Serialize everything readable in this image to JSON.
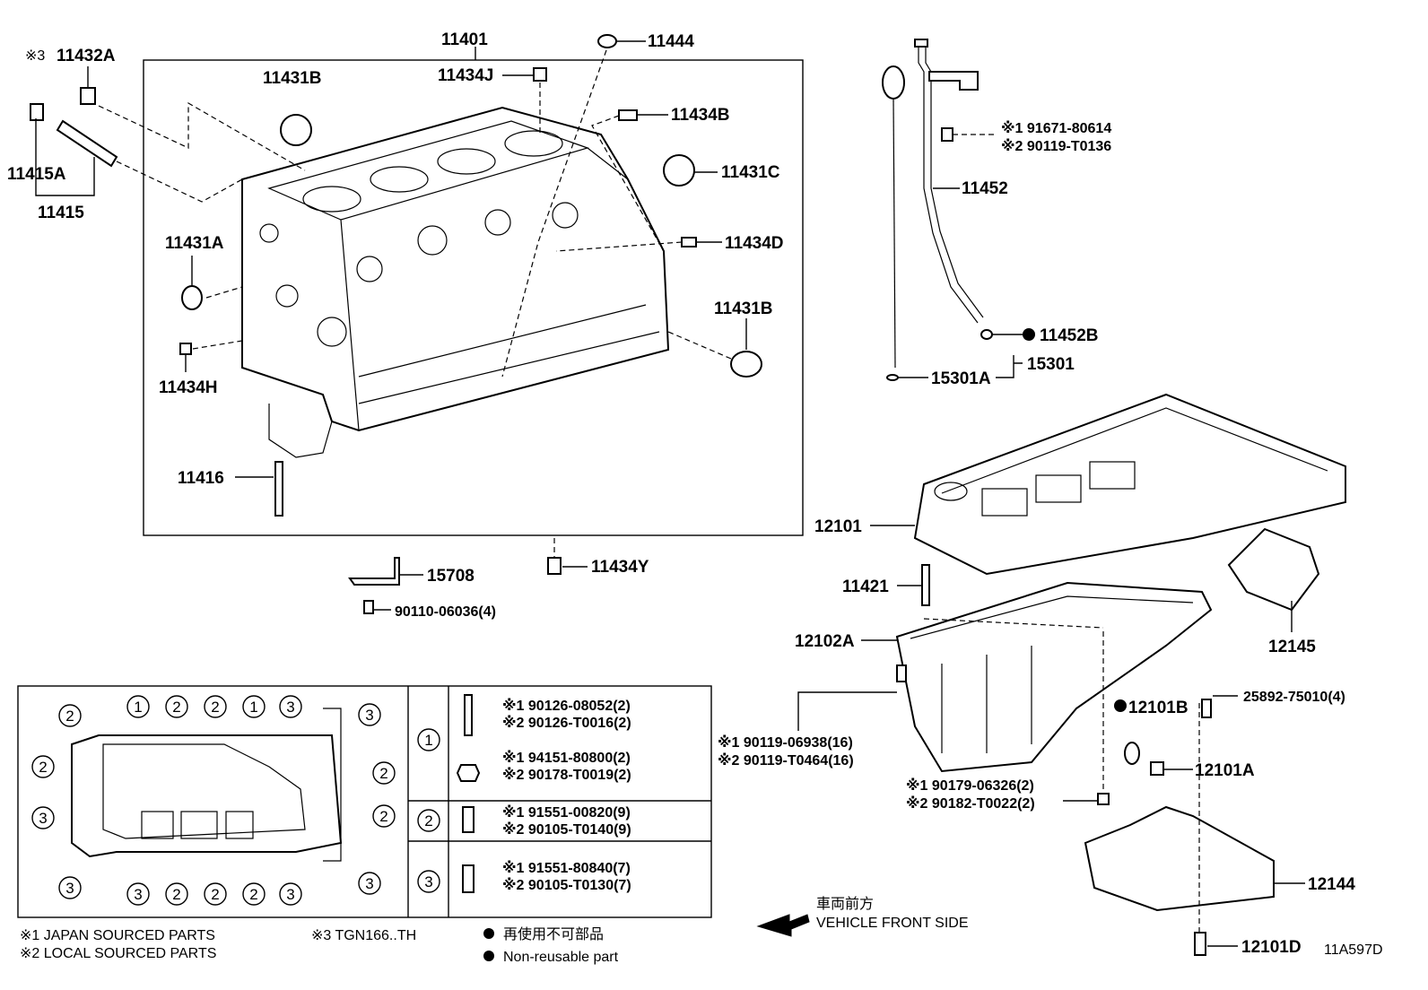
{
  "diagram_id": "11A597D",
  "parts": {
    "p11401": "11401",
    "p11444": "11444",
    "p11434J": "11434J",
    "p11432A": "11432A",
    "mark3": "※3",
    "p11431B_top": "11431B",
    "p11434B": "11434B",
    "p11431C": "11431C",
    "p11415A": "11415A",
    "p11415": "11415",
    "p11431A": "11431A",
    "p11434D": "11434D",
    "p11431B_right": "11431B",
    "p11434H": "11434H",
    "p11416": "11416",
    "p11434Y": "11434Y",
    "p15708": "15708",
    "p90110": "90110-06036(4)",
    "p11452": "11452",
    "p11452B": "11452B",
    "p15301": "15301",
    "p15301A": "15301A",
    "p12101": "12101",
    "p11421": "11421",
    "p12102A": "12102A",
    "p12145": "12145",
    "p12101B": "12101B",
    "p25892": "25892-75010(4)",
    "p12101A": "12101A",
    "p12144": "12144",
    "p12101D": "12101D"
  },
  "callouts": {
    "dipstick_bolt_1": "※1  91671-80614",
    "dipstick_bolt_2": "※2  90119-T0136",
    "pan_bolt_1": "※1  90119-06938(16)",
    "pan_bolt_2": "※2  90119-T0464(16)",
    "pan_nut_1": "※1  90179-06326(2)",
    "pan_nut_2": "※2  90182-T0022(2)"
  },
  "legend_table": {
    "rows": [
      {
        "key": "1",
        "lines": [
          "※1  90126-08052(2)",
          "※2  90126-T0016(2)",
          "※1  94151-80800(2)",
          "※2  90178-T0019(2)"
        ]
      },
      {
        "key": "2",
        "lines": [
          "※1  91551-00820(9)",
          "※2  90105-T0140(9)"
        ]
      },
      {
        "key": "3",
        "lines": [
          "※1  91551-80840(7)",
          "※2  90105-T0130(7)"
        ]
      }
    ]
  },
  "pan_layout_marks": {
    "top": [
      "2",
      "1",
      "2",
      "2",
      "1",
      "3",
      "3"
    ],
    "left": [
      "2",
      "3",
      "3"
    ],
    "right": [
      "2",
      "2",
      "3"
    ],
    "bottom": [
      "3",
      "2",
      "2",
      "2",
      "3"
    ]
  },
  "footnotes": {
    "japan": "※1 JAPAN SOURCED PARTS",
    "local": "※2 LOCAL SOURCED PARTS",
    "tgn": "※3  TGN166..TH",
    "nonreuse_jp": "再使用不可部品",
    "nonreuse_en": "Non-reusable part",
    "front_jp": "車両前方",
    "front_en": "VEHICLE FRONT SIDE"
  }
}
